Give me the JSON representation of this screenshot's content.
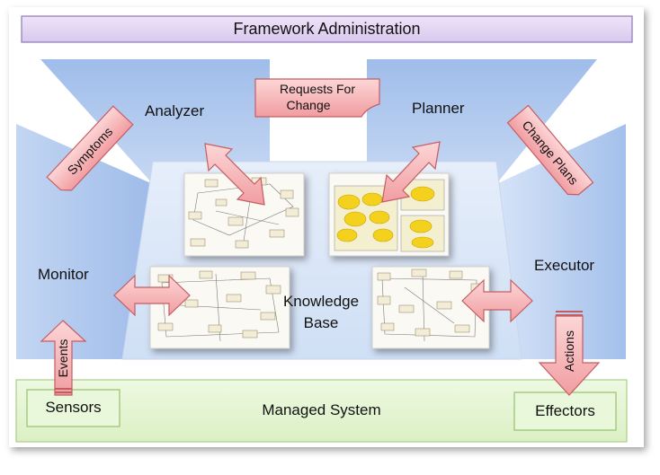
{
  "header": {
    "title": "Framework Administration"
  },
  "components": {
    "analyzer": "Analyzer",
    "planner": "Planner",
    "monitor": "Monitor",
    "executor": "Executor",
    "knowledge_line1": "Knowledge",
    "knowledge_line2": "Base"
  },
  "flows": {
    "requests_line1": "Requests For",
    "requests_line2": "Change",
    "symptoms": "Symptoms",
    "change_plans": "Change Plans",
    "events": "Events",
    "actions": "Actions"
  },
  "managed": {
    "title": "Managed System",
    "sensors": "Sensors",
    "effectors": "Effectors"
  },
  "colors": {
    "header_fill": "#e3d5f3",
    "header_border": "#8e79b3",
    "blue_panel": "#a9c4ec",
    "blue_light": "#dce8f8",
    "managed_fill": "#e7f6d3",
    "managed_border": "#a9cf86",
    "arrow_fill": "#f8b8ba",
    "arrow_border": "#c45d62",
    "node_yellow": "#f3d11d"
  }
}
